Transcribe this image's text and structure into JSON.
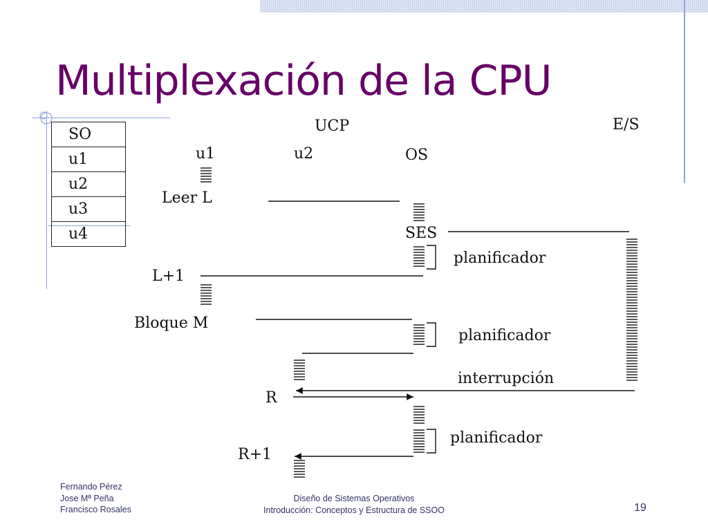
{
  "slide": {
    "title": "Multiplexación de la CPU",
    "page_number": "19"
  },
  "memory_table": [
    "SO",
    "u1",
    "u2",
    "u3",
    "u4"
  ],
  "diagram": {
    "header_ucp": "UCP",
    "header_es": "E/S",
    "col_u1": "u1",
    "col_u2": "u2",
    "col_os": "OS",
    "leer_l": "Leer L",
    "ses": "SES",
    "planificador_1": "planificador",
    "l_plus_1": "L+1",
    "bloque_m": "Bloque M",
    "planificador_2": "planificador",
    "interrupcion": "interrupción",
    "r": "R",
    "planificador_3": "planificador",
    "r_plus_1": "R+1"
  },
  "footer": {
    "authors": [
      "Fernando Pérez",
      "Jose Mª Peña",
      "Francisco Rosales"
    ],
    "course": "Diseño de Sistemas Operativos",
    "subtitle": "Introducción: Conceptos y Estructura de SSOO"
  },
  "colors": {
    "title": "#660066",
    "footer_text": "#333366",
    "accent_lines": "#8ea2d8"
  }
}
